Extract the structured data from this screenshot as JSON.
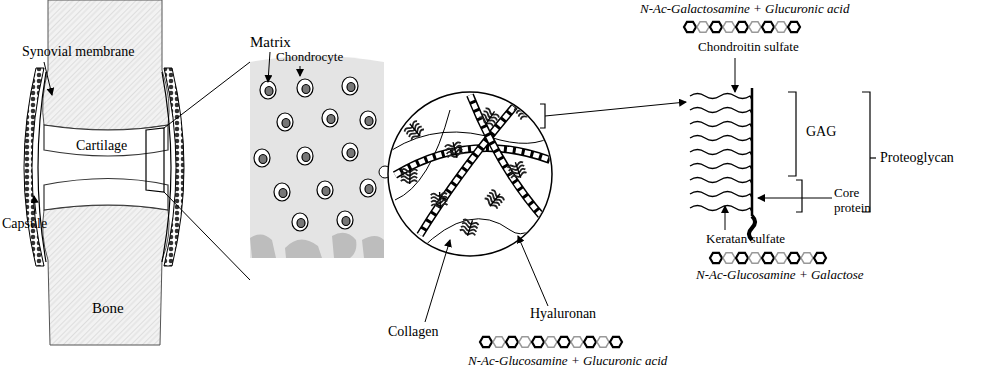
{
  "diagram": {
    "labels": [
      "N-Ac-Galactosamine + Glucuronic acid",
      "Synovial membrane",
      "Matrix",
      "Chondrocyte",
      "Chondroitin sulfate",
      "GAG",
      "Proteoglycan",
      "Core protein",
      "Cartilage",
      "Capsule",
      "Bone",
      "Keratan sulfate",
      "N-Ac-Glucosamine + Galactose",
      "Collagen",
      "Hyaluronan",
      "N-Ac-Glucosamine + Glucuronic acid"
    ]
  }
}
